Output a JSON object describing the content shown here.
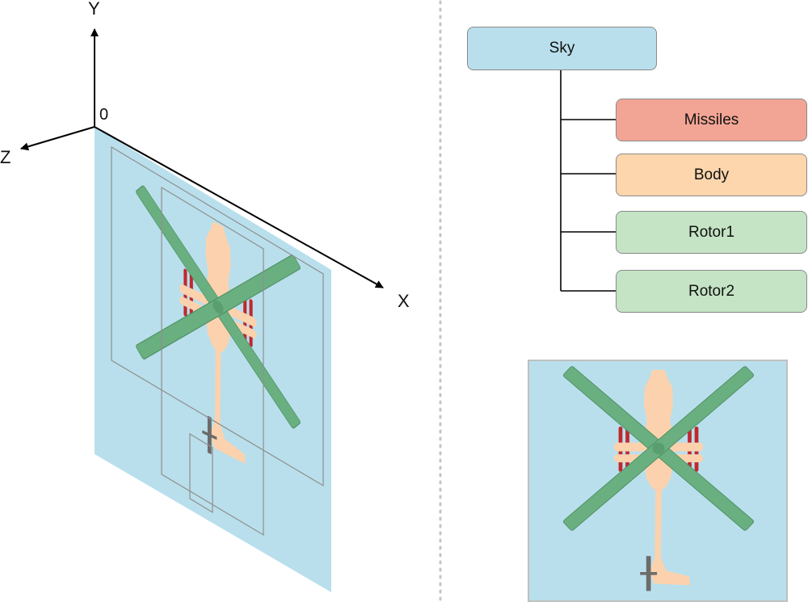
{
  "axes": {
    "y_label": "Y",
    "x_label": "X",
    "z_label": "Z",
    "origin_label": "0"
  },
  "tree": {
    "root": "Sky",
    "children": [
      {
        "label": "Missiles",
        "color": "#f2a595"
      },
      {
        "label": "Body",
        "color": "#fdd6ad"
      },
      {
        "label": "Rotor1",
        "color": "#c5e4c5"
      },
      {
        "label": "Rotor2",
        "color": "#c5e4c5"
      }
    ]
  },
  "colors": {
    "sky": "#b9dfec",
    "body": "#fbd2ad",
    "rotor": "#6aaf80",
    "missile": "#c0282d",
    "frame": "#8f8f8f",
    "divider": "#c4c4c4"
  }
}
